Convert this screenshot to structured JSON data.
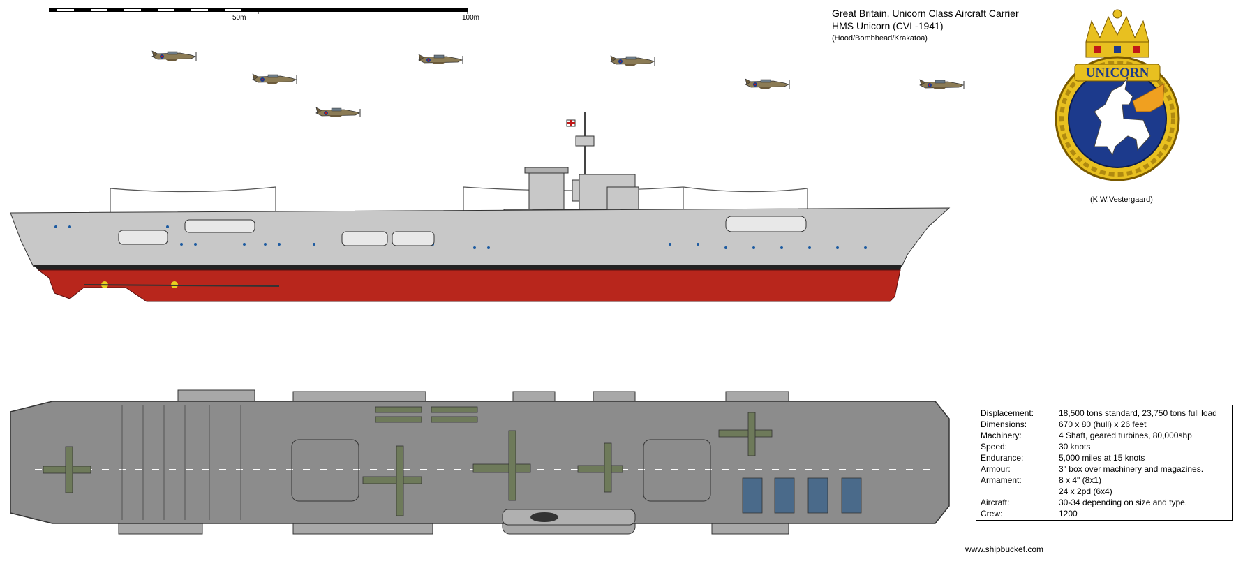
{
  "scale_bar": {
    "mid_label": "50m",
    "end_label": "100m"
  },
  "title": {
    "line1": "Great Britain, Unicorn Class Aircraft Carrier",
    "line2": "HMS Unicorn (CVL-1941)",
    "line3": "(Hood/Bombhead/Krakatoa)"
  },
  "crest": {
    "name": "UNICORN",
    "credit": "(K.W.Vestergaard)"
  },
  "specs": [
    {
      "label": "Displacement:",
      "values": [
        "18,500 tons standard, 23,750 tons full load"
      ]
    },
    {
      "label": "Dimensions:",
      "values": [
        "670 x 80 (hull) x 26 feet"
      ]
    },
    {
      "label": "Machinery:",
      "values": [
        "4 Shaft, geared turbines, 80,000shp"
      ]
    },
    {
      "label": "Speed:",
      "values": [
        "30 knots"
      ]
    },
    {
      "label": "Endurance:",
      "values": [
        "5,000 miles at 15 knots"
      ]
    },
    {
      "label": "Armour:",
      "values": [
        "3\" box over machinery and magazines."
      ]
    },
    {
      "label": "Armament:",
      "values": [
        "8 x 4\"  (8x1)",
        "24 x 2pd (6x4)"
      ]
    },
    {
      "label": "Aircraft:",
      "values": [
        "30-34 depending on size and type."
      ]
    },
    {
      "label": "Crew:",
      "values": [
        "1200"
      ]
    }
  ],
  "website": "www.shipbucket.com",
  "colors": {
    "hull_grey": "#c8c8c8",
    "hull_red": "#b8261c",
    "deck_grey": "#8c8c8c",
    "crest_blue": "#1c3a8c",
    "crest_gold": "#e8c020"
  }
}
